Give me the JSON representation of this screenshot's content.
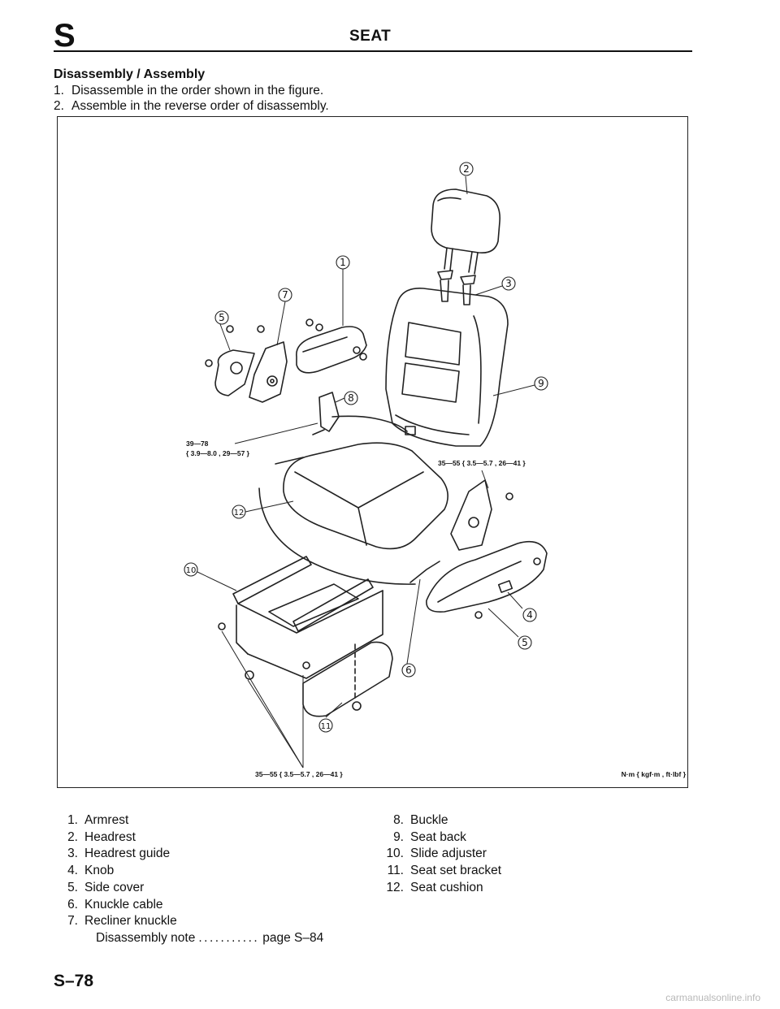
{
  "header": {
    "section_letter": "S",
    "section_title": "SEAT"
  },
  "heading": "Disassembly / Assembly",
  "steps": [
    {
      "num": "1.",
      "text": "Disassemble in the order shown in the figure."
    },
    {
      "num": "2.",
      "text": "Assemble in the reverse order of disassembly."
    }
  ],
  "figure": {
    "callouts": [
      "1",
      "2",
      "3",
      "4",
      "5",
      "5",
      "6",
      "7",
      "8",
      "9",
      "10",
      "11",
      "12"
    ],
    "torque_specs": {
      "left_line1": "39—78",
      "left_line2": "{ 3.9—8.0 , 29—57 }",
      "right": "35—55 { 3.5—5.7 , 26—41 }",
      "bottom": "35—55 { 3.5—5.7 , 26—41 }"
    },
    "units": "N·m { kgf·m , ft·lbf }"
  },
  "parts_left": [
    {
      "num": "1.",
      "label": "Armrest"
    },
    {
      "num": "2.",
      "label": "Headrest"
    },
    {
      "num": "3.",
      "label": "Headrest guide"
    },
    {
      "num": "4.",
      "label": "Knob"
    },
    {
      "num": "5.",
      "label": "Side cover"
    },
    {
      "num": "6.",
      "label": "Knuckle cable"
    },
    {
      "num": "7.",
      "label": "Recliner knuckle"
    }
  ],
  "parts_note": {
    "label": "Disassembly note",
    "dots": "...........",
    "ref": "page S–84"
  },
  "parts_right": [
    {
      "num": "8.",
      "label": "Buckle"
    },
    {
      "num": "9.",
      "label": "Seat back"
    },
    {
      "num": "10.",
      "label": "Slide adjuster"
    },
    {
      "num": "11.",
      "label": "Seat set bracket"
    },
    {
      "num": "12.",
      "label": "Seat cushion"
    }
  ],
  "page_number": "S–78",
  "watermark": "carmanualsonline.info"
}
